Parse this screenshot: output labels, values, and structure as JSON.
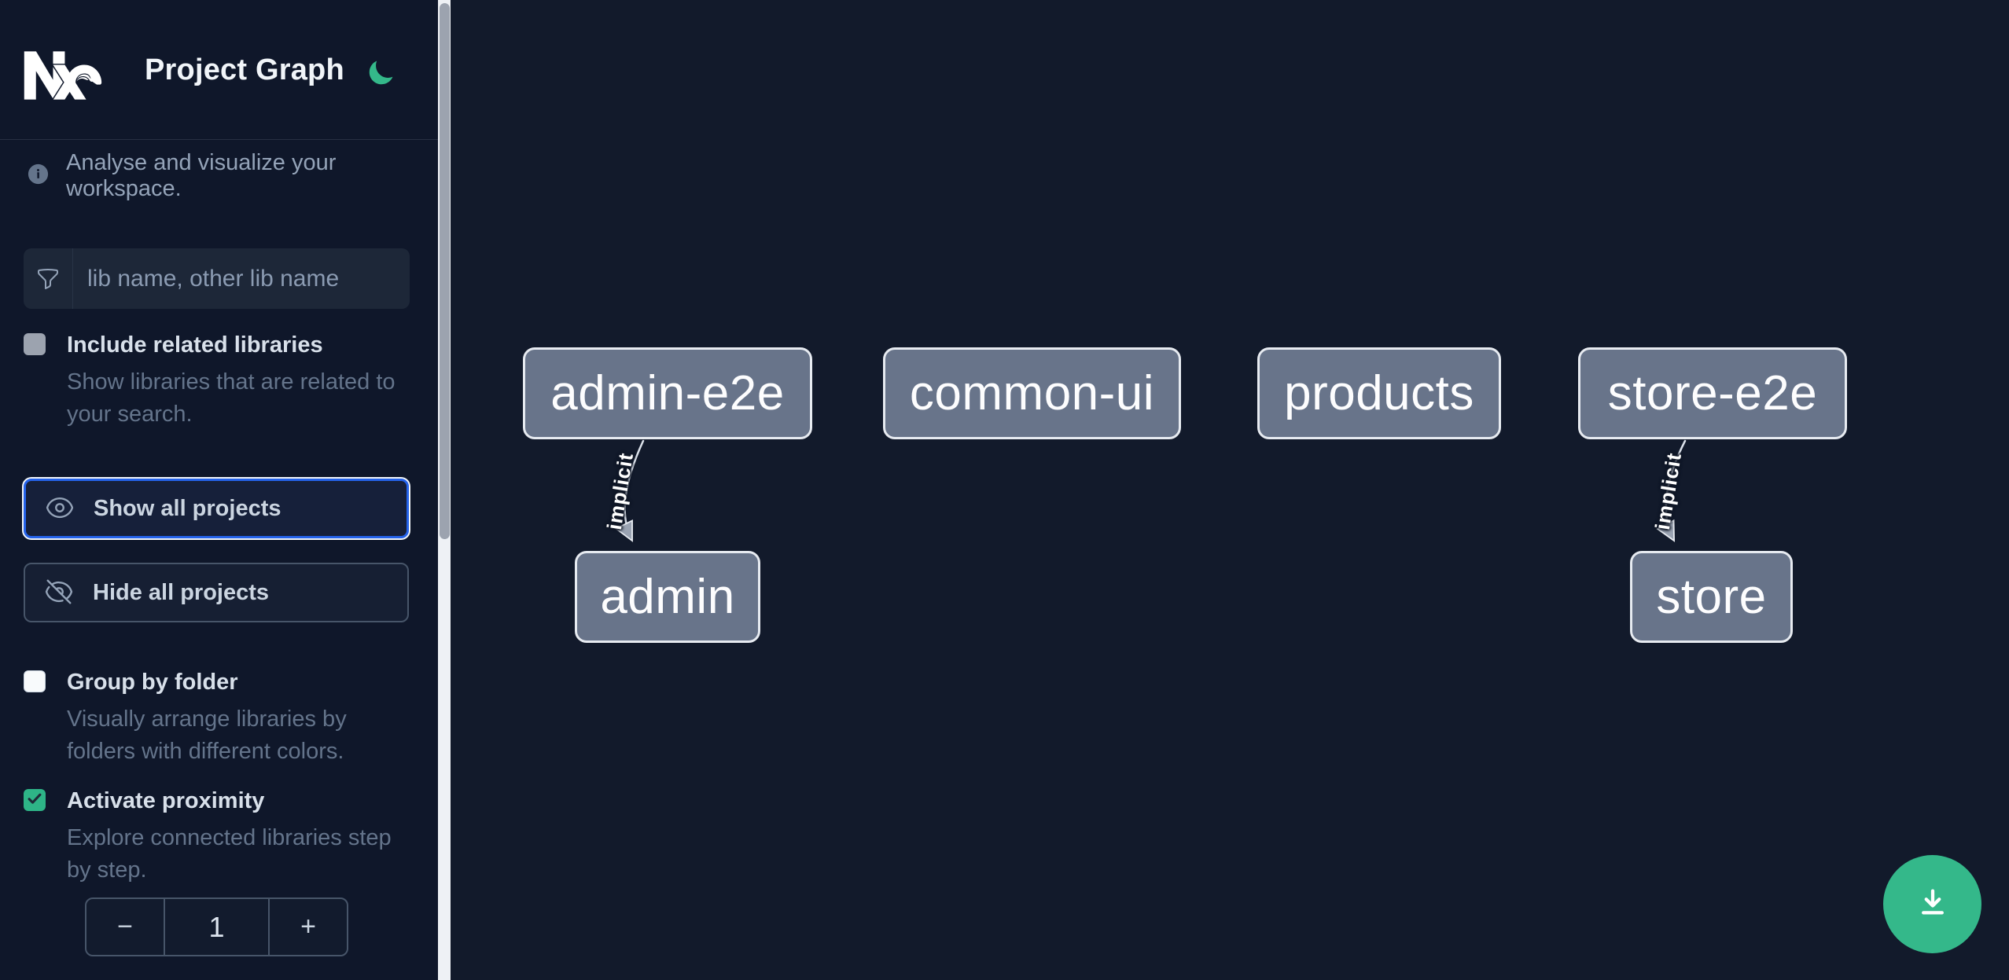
{
  "header": {
    "title": "Project Graph"
  },
  "info": {
    "text": "Analyse and visualize your workspace."
  },
  "filter": {
    "placeholder": "lib name, other lib name",
    "value": ""
  },
  "controls": {
    "include_related": {
      "label": "Include related libraries",
      "description": "Show libraries that are related to your search.",
      "checked": false
    },
    "show_all": {
      "label": "Show all projects"
    },
    "hide_all": {
      "label": "Hide all projects"
    },
    "group_by_folder": {
      "label": "Group by folder",
      "description": "Visually arrange libraries by folders with different colors.",
      "checked": false
    },
    "activate_proximity": {
      "label": "Activate proximity",
      "description": "Explore connected libraries step by step.",
      "checked": true
    },
    "proximity_stepper": {
      "decrement": "−",
      "value": "1",
      "increment": "+"
    }
  },
  "graph": {
    "nodes": [
      {
        "label": "admin-e2e"
      },
      {
        "label": "common-ui"
      },
      {
        "label": "products"
      },
      {
        "label": "store-e2e"
      },
      {
        "label": "admin"
      },
      {
        "label": "store"
      }
    ],
    "edges": [
      {
        "source": "admin-e2e",
        "target": "admin",
        "label": "implicit"
      },
      {
        "source": "store-e2e",
        "target": "store",
        "label": "implicit"
      }
    ]
  },
  "icons": {
    "logo": "nx-logo",
    "theme_toggle": "moon-icon",
    "info": "info-circle-icon",
    "filter": "funnel-icon",
    "show": "eye-icon",
    "hide": "eye-slash-icon",
    "checked": "check-icon",
    "fab": "download-icon"
  },
  "colors": {
    "accent_green": "#34b88a",
    "checkbox_green": "#2eb487",
    "focus_blue": "#2563eb",
    "sidebar_bg": "#0f172a",
    "canvas_bg": "#121a2b",
    "node_fill": "#68748a"
  }
}
